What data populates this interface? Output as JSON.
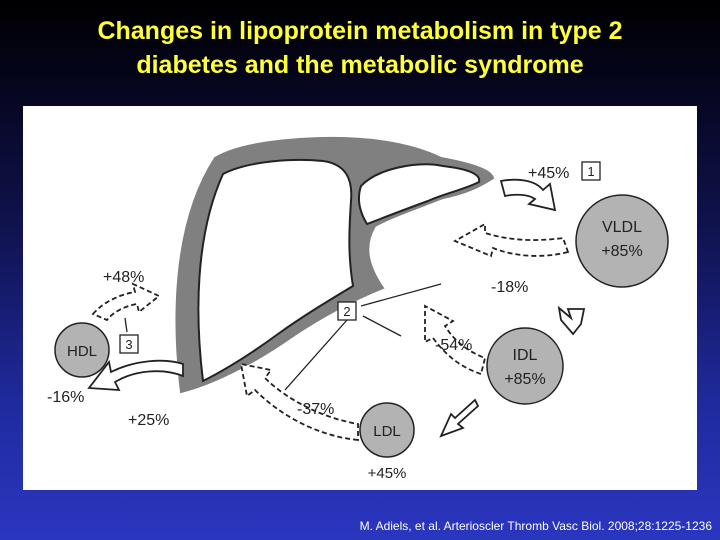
{
  "slide": {
    "title_line1": "Changes in lipoprotein metabolism in type 2",
    "title_line2": "diabetes and the metabolic syndrome",
    "citation": "M. Adiels, et al. Arterioscler Thromb Vasc Biol. 2008;28:1225-1236"
  },
  "diagram": {
    "particles": {
      "vldl": {
        "name": "VLDL",
        "change": "+85%"
      },
      "idl": {
        "name": "IDL",
        "change": "+85%"
      },
      "ldl": {
        "name": "LDL",
        "change": "+45%"
      },
      "hdl": {
        "name": "HDL"
      }
    },
    "fluxes": {
      "vldl_secretion": "+45%",
      "vldl_uptake": "-18%",
      "idl_uptake": "-54%",
      "ldl_uptake": "-37%",
      "hdl_secretion": "+48%",
      "hdl_uptake": "-16%",
      "hdl_production": "+25%",
      "ldl_plasma": "+45%"
    },
    "markers": {
      "m1": "1",
      "m2": "2",
      "m3": "3"
    }
  },
  "colors": {
    "title": "#ffff3a",
    "circle_fill": "#b3b3b3",
    "liver_outline": "#808080",
    "panel": "#ffffff"
  }
}
